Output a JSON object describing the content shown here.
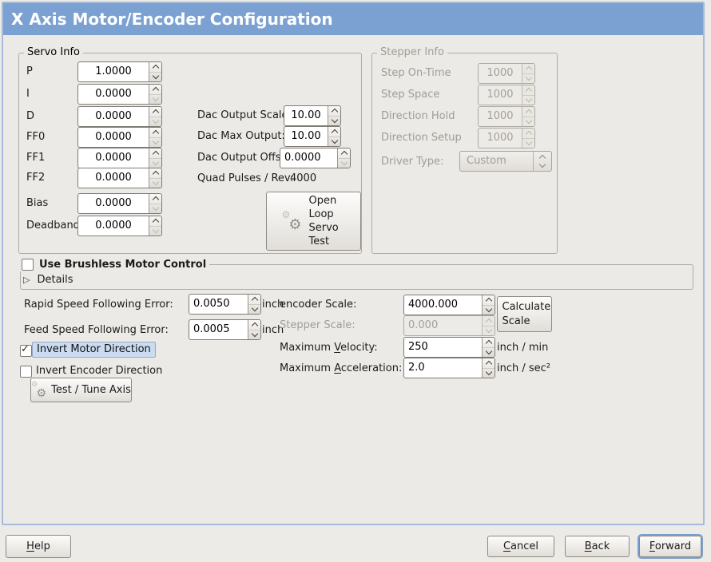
{
  "titlebar": {
    "title": "X Axis Motor/Encoder Configuration"
  },
  "icons": {
    "gears": "⚙",
    "expander_collapsed": "▷",
    "checkmark": "✓"
  },
  "colors": {
    "titlebar": "#7BA1D3",
    "window_border": "#A6BBD9",
    "background": "#ECEAE6",
    "focus_highlight": "#CBDCF0"
  },
  "servo_info": {
    "legend": "Servo Info",
    "rows": [
      {
        "label": "P",
        "value": "1.0000"
      },
      {
        "label": "I",
        "value": "0.0000"
      },
      {
        "label": "D",
        "value": "0.0000"
      },
      {
        "label": "FF0",
        "value": "0.0000"
      },
      {
        "label": "FF1",
        "value": "0.0000"
      },
      {
        "label": "FF2",
        "value": "0.0000"
      },
      {
        "label": "Bias",
        "value": "0.0000"
      },
      {
        "label": "Deadband",
        "value": "0.0000"
      }
    ]
  },
  "dac": {
    "scale_label": "Dac Output Scale:",
    "scale_value": "10.00",
    "max_label": "Dac Max Output:",
    "max_value": "10.00",
    "offset_label": "Dac Output Offset:",
    "offset_value": "0.0000",
    "quad_label": "Quad Pulses / Rev:",
    "quad_value": "4000",
    "open_loop_button": "Open Loop Servo Test"
  },
  "stepper_info": {
    "legend": "Stepper Info",
    "rows": [
      {
        "label": "Step On-Time",
        "value": "1000"
      },
      {
        "label": "Step Space",
        "value": "1000"
      },
      {
        "label": "Direction Hold",
        "value": "1000"
      },
      {
        "label": "Direction Setup",
        "value": "1000"
      }
    ],
    "driver_type_label": "Driver Type:",
    "driver_type_value": "Custom"
  },
  "brushless": {
    "checkbox_label": "Use Brushless Motor Control",
    "details_label": "Details"
  },
  "following_error": {
    "rapid_label": "Rapid Speed Following Error:",
    "rapid_value": "0.0050",
    "rapid_unit": "inch",
    "feed_label": "Feed Speed Following Error:",
    "feed_value": "0.0005",
    "feed_unit": "inch"
  },
  "scales": {
    "encoder_label": "encoder Scale:",
    "encoder_value": "4000.000",
    "calculate_button": "Calculate Scale",
    "stepper_label": "Stepper Scale:",
    "stepper_value": "0.000",
    "velocity_label": {
      "pre": "Maximum ",
      "key": "V",
      "post": "elocity:"
    },
    "velocity_value": "250",
    "velocity_unit": "inch / min",
    "accel_label": {
      "pre": "Maximum ",
      "key": "A",
      "post": "cceleration:"
    },
    "accel_value": "2.0",
    "accel_unit": "inch / sec²"
  },
  "direction": {
    "invert_motor_label": "Invert Motor Direction",
    "invert_encoder_label": "Invert Encoder Direction",
    "test_tune_button": "Test / Tune Axis"
  },
  "actions": {
    "help": {
      "key": "H",
      "post": "elp"
    },
    "cancel": {
      "key": "C",
      "post": "ancel"
    },
    "back": {
      "key": "B",
      "post": "ack"
    },
    "forward": {
      "key": "F",
      "post": "orward"
    }
  }
}
